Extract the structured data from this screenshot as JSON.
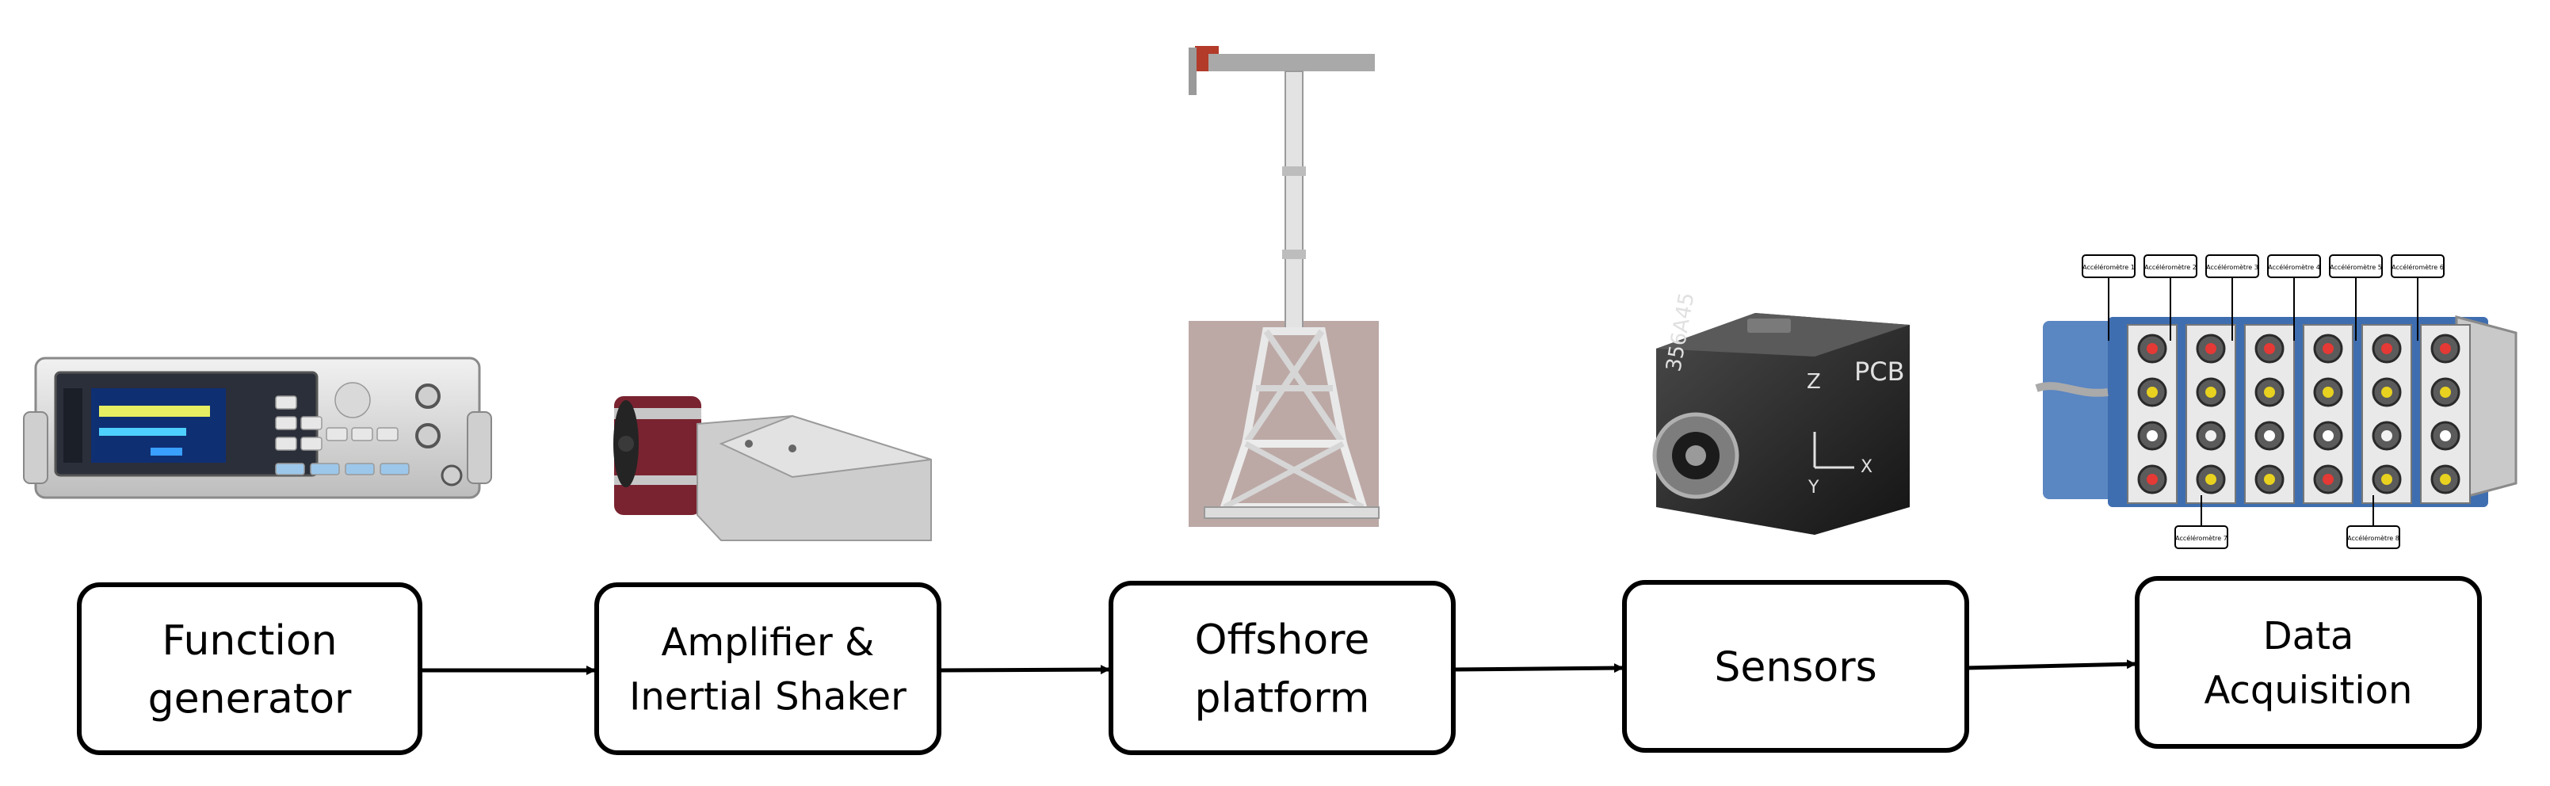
{
  "diagram": {
    "nodes": [
      {
        "id": "function-generator",
        "lines": [
          "Function",
          "generator"
        ]
      },
      {
        "id": "amplifier-inertial-shaker",
        "lines": [
          "Amplifier &",
          "Inertial Shaker"
        ]
      },
      {
        "id": "offshore-platform",
        "lines": [
          "Offshore",
          "platform"
        ]
      },
      {
        "id": "sensors",
        "lines": [
          "Sensors"
        ]
      },
      {
        "id": "data-acquisition",
        "lines": [
          "Data",
          "Acquisition"
        ]
      }
    ],
    "edges": [
      {
        "from": "function-generator",
        "to": "amplifier-inertial-shaker"
      },
      {
        "from": "amplifier-inertial-shaker",
        "to": "offshore-platform"
      },
      {
        "from": "offshore-platform",
        "to": "sensors"
      },
      {
        "from": "sensors",
        "to": "data-acquisition"
      }
    ],
    "daq_labels": {
      "top": [
        "Accéléromètre 1",
        "Accéléromètre 2",
        "Accéléromètre 3",
        "Accéléromètre 4",
        "Accéléromètre 5",
        "Accéléromètre 6"
      ],
      "bottom": [
        "Accéléromètre 7",
        "Accéléromètre 8"
      ]
    },
    "sensor_marking": {
      "brand": "PCB",
      "model": "356A45",
      "axis_x": "X",
      "axis_y": "Y",
      "axis_z": "Z"
    }
  }
}
